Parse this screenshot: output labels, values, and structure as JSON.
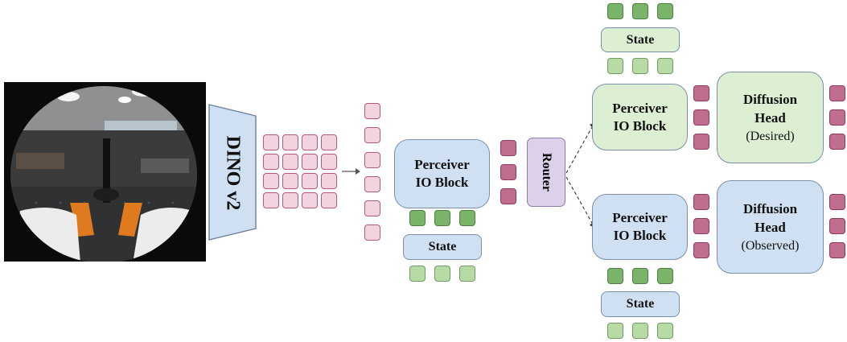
{
  "encoder": {
    "label": "DINO v2"
  },
  "perceiver_main": {
    "title_line1": "Perceiver",
    "title_line2": "IO Block"
  },
  "state_main": {
    "label": "State"
  },
  "router": {
    "label": "Router"
  },
  "branch_top": {
    "perceiver_line1": "Perceiver",
    "perceiver_line2": "IO Block",
    "state": "State",
    "head_line1": "Diffusion",
    "head_line2": "Head",
    "head_sub": "(Desired)"
  },
  "branch_bottom": {
    "perceiver_line1": "Perceiver",
    "perceiver_line2": "IO Block",
    "state": "State",
    "head_line1": "Diffusion",
    "head_line2": "Head",
    "head_sub": "(Observed)"
  },
  "colors": {
    "token_pink": "#f2d3df",
    "token_magenta": "#c06d90",
    "token_dark_green": "#7ab46a",
    "token_light_green": "#b8dba6",
    "block_blue": "#cfe0f2",
    "block_green": "#dcefd2",
    "router": "#ddd0ea"
  }
}
